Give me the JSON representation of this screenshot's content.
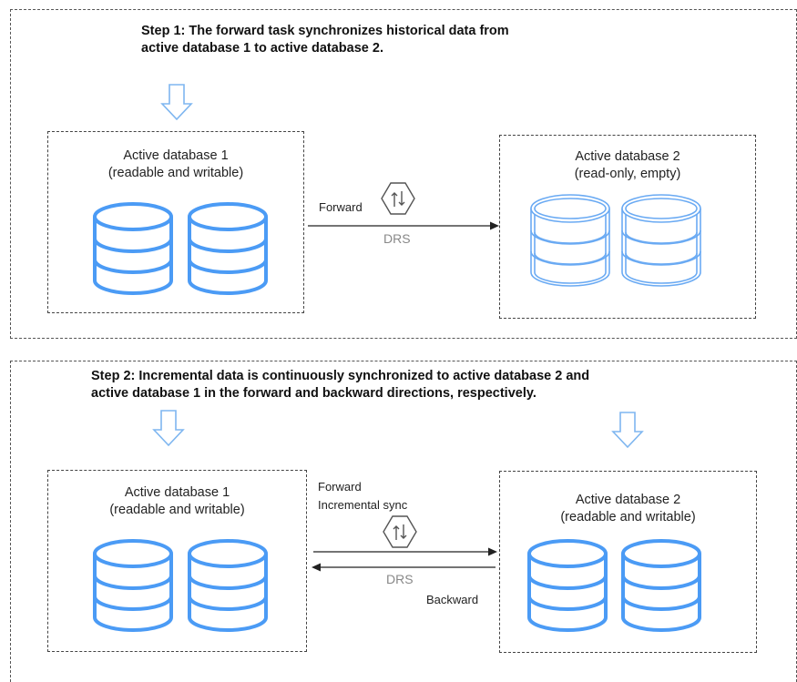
{
  "step1": {
    "title_line1": "Step 1: The forward task synchronizes historical data from",
    "title_line2": "active database 1 to active database 2.",
    "left_db": {
      "name": "Active database 1",
      "mode": "(readable and writable)"
    },
    "right_db": {
      "name": "Active database 2",
      "mode": "(read-only, empty)"
    },
    "link": {
      "direction": "Forward",
      "service": "DRS"
    }
  },
  "step2": {
    "title_line1": "Step 2: Incremental data is continuously synchronized to active database 2 and",
    "title_line2": "active database 1 in the forward and backward directions, respectively.",
    "left_db": {
      "name": "Active database 1",
      "mode": "(readable and writable)"
    },
    "right_db": {
      "name": "Active database 2",
      "mode": "(readable and writable)"
    },
    "link": {
      "forward": "Forward",
      "forward_sub": "Incremental sync",
      "service": "DRS",
      "backward": "Backward"
    }
  },
  "colors": {
    "database": "#4b9bf5",
    "arrow_down": "#7eb6f0",
    "line": "#222222",
    "border": "#555555"
  },
  "icons": [
    "down-arrow-icon",
    "database-icon",
    "sync-icon"
  ]
}
